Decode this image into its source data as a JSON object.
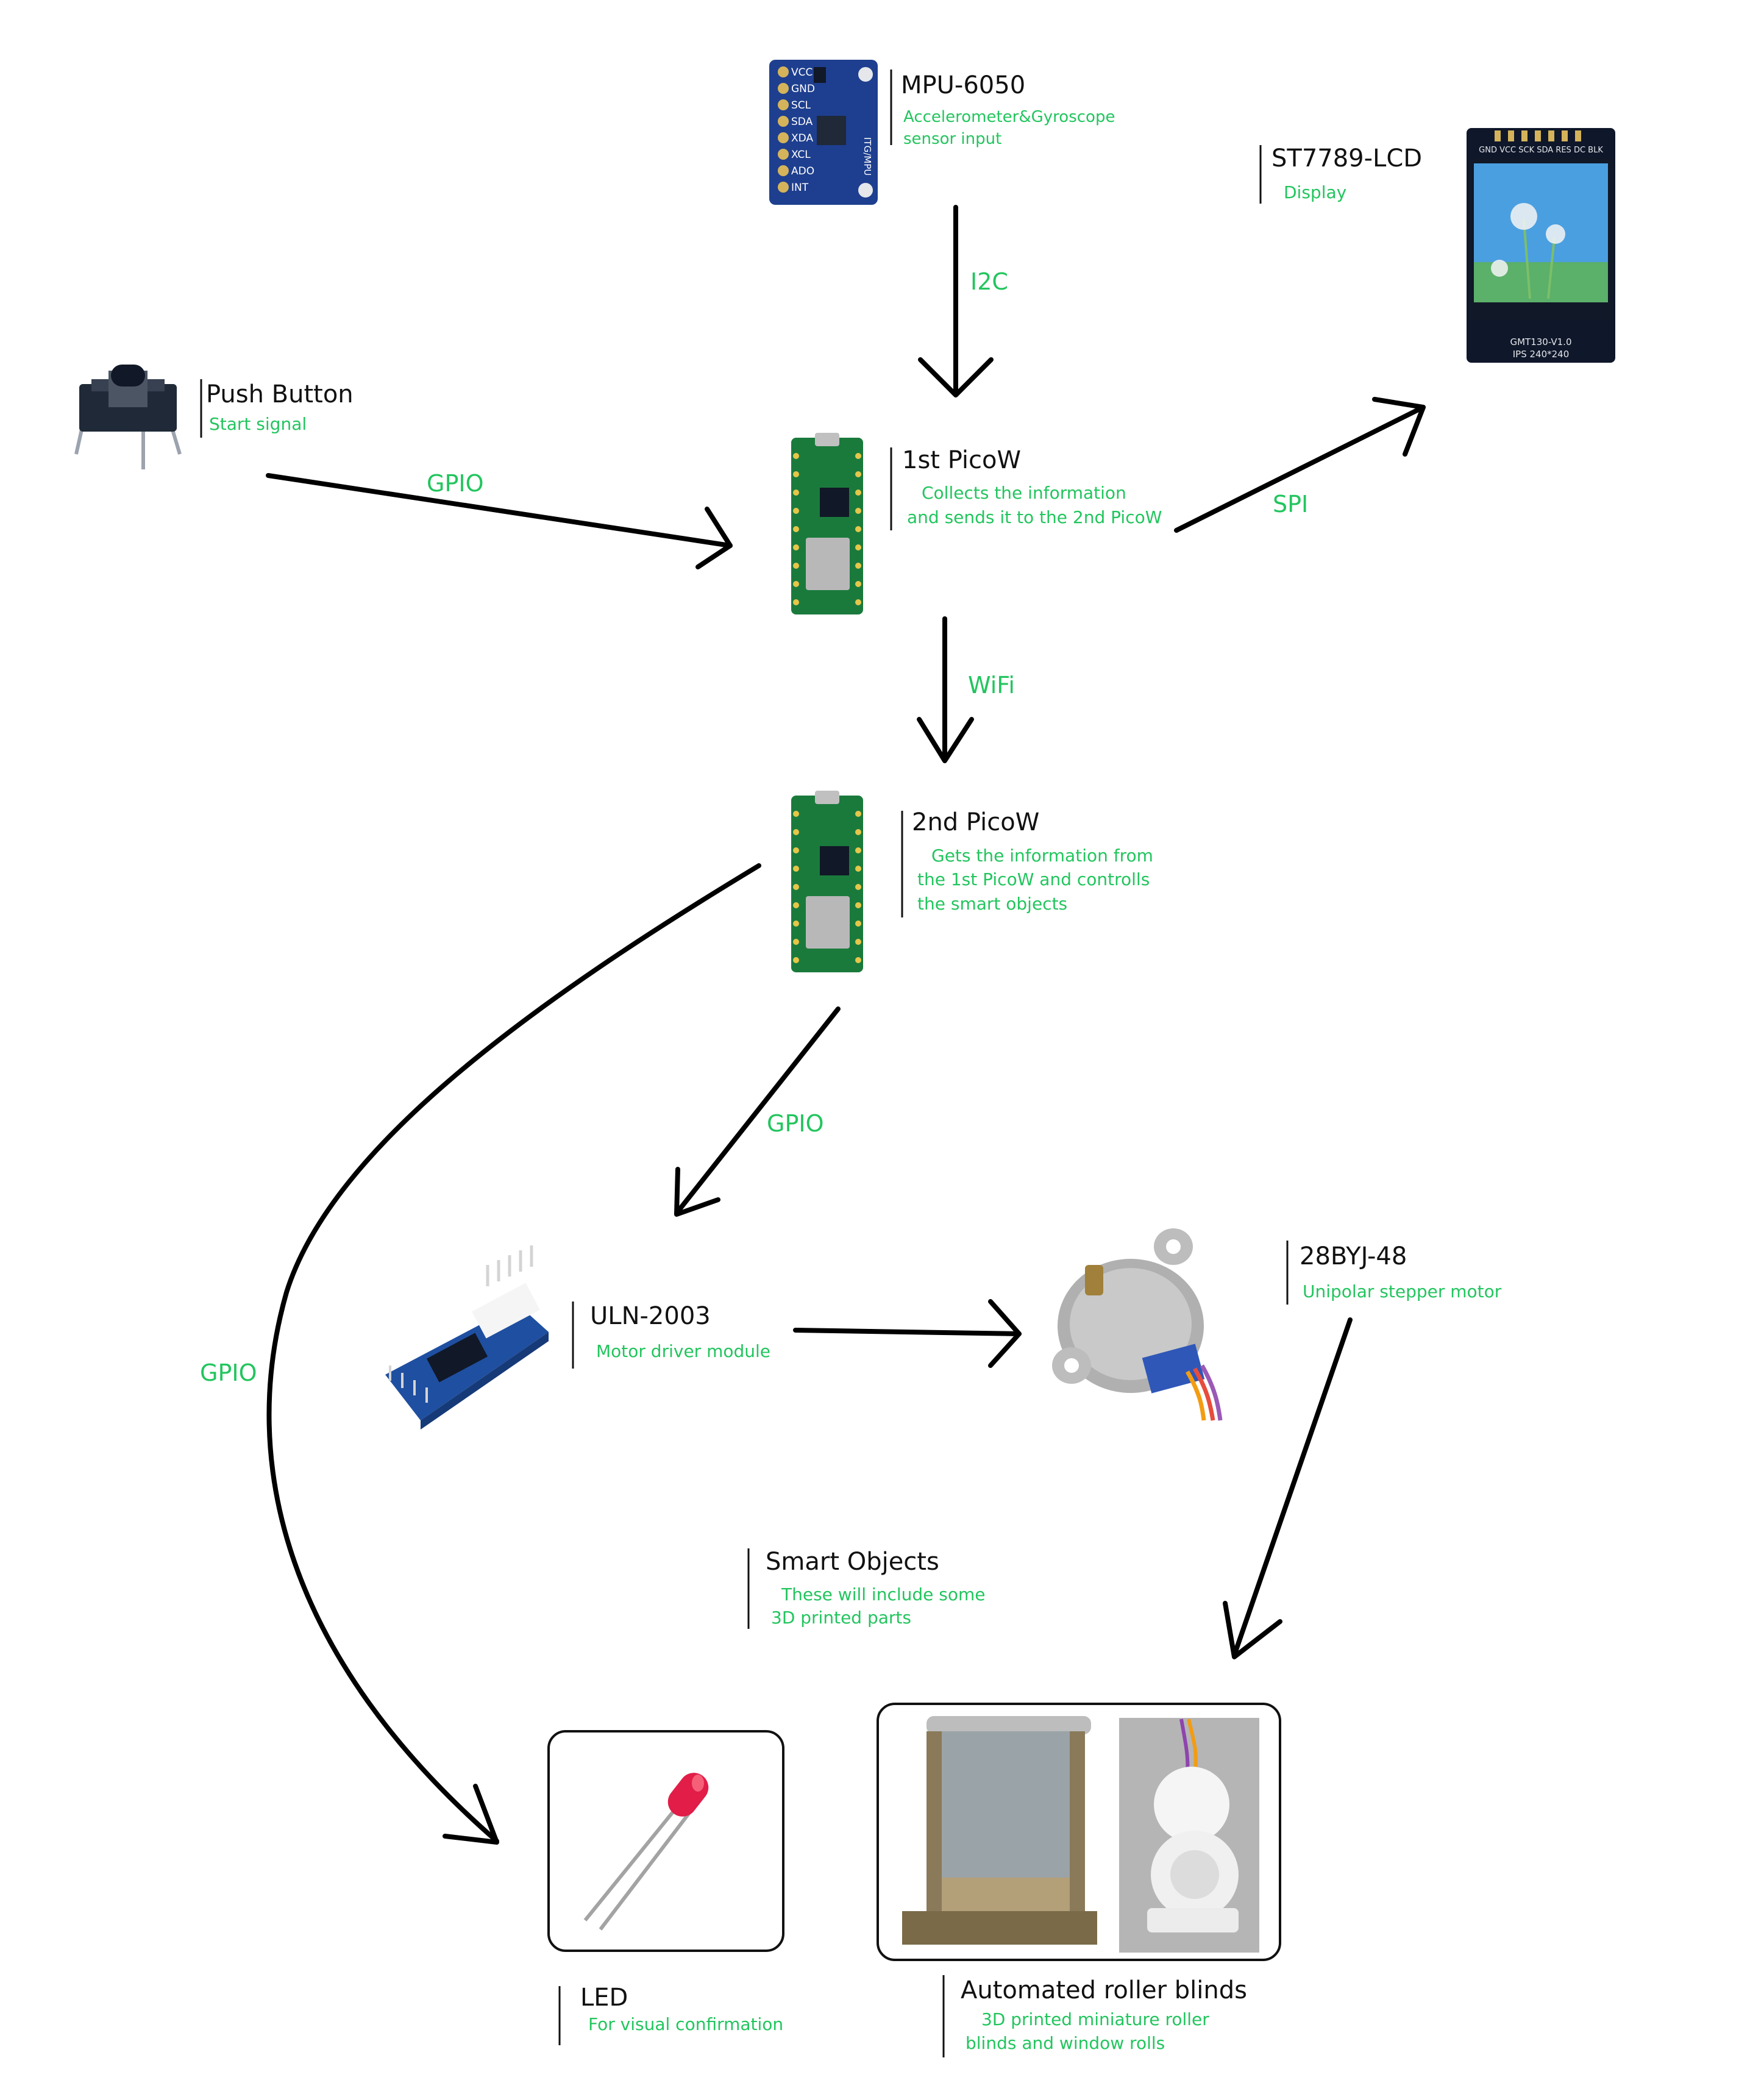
{
  "components": {
    "mpu": {
      "title": "MPU-6050",
      "desc": [
        "Accelerometer&Gyroscope",
        "sensor input"
      ],
      "pin_labels": [
        "VCC",
        "GND",
        "SCL",
        "SDA",
        "XDA",
        "XCL",
        "ADO",
        "INT"
      ],
      "chip_label": "ITG/MPU"
    },
    "lcd": {
      "title": "ST7789-LCD",
      "desc": [
        "Display"
      ],
      "header_label": "GND VCC SCK SDA RES DC BLK",
      "footer_label": [
        "GMT130-V1.0",
        "IPS 240*240"
      ]
    },
    "button": {
      "title": "Push Button",
      "desc": [
        "Start signal"
      ]
    },
    "pico1": {
      "title": "1st PicoW",
      "desc": [
        "Collects the information",
        "and sends it to the 2nd PicoW"
      ]
    },
    "pico2": {
      "title": "2nd PicoW",
      "desc": [
        "Gets the information from",
        "the 1st PicoW and controlls",
        "the smart objects"
      ]
    },
    "uln": {
      "title": "ULN-2003",
      "desc": [
        "Motor driver module"
      ]
    },
    "stepper": {
      "title": "28BYJ-48",
      "desc": [
        "Unipolar stepper motor"
      ]
    },
    "smart": {
      "title": "Smart Objects",
      "desc": [
        "These will include some",
        "3D printed parts"
      ]
    },
    "led": {
      "title": "LED",
      "desc": [
        "For visual confirmation"
      ]
    },
    "blinds": {
      "title": "Automated roller blinds",
      "desc": [
        "3D printed miniature roller",
        "blinds and window rolls"
      ]
    }
  },
  "connections": {
    "i2c": "I2C",
    "gpio_button": "GPIO",
    "spi": "SPI",
    "wifi": "WiFi",
    "gpio_uln": "GPIO",
    "gpio_led": "GPIO"
  },
  "colors": {
    "label_green": "#22c55e",
    "arrow": "#000000",
    "text": "#111111"
  }
}
